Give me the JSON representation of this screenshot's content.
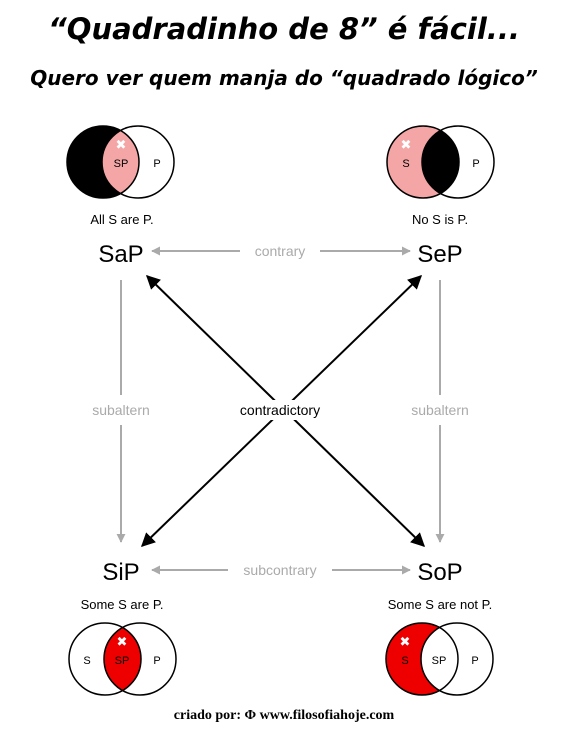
{
  "title": "“Quadradinho de 8” é fácil...",
  "subtitle": "Quero ver quem manja do “quadrado lógico”",
  "corners": {
    "sap": {
      "name": "SaP",
      "caption": "All S are P."
    },
    "sep": {
      "name": "SeP",
      "caption": "No S is P."
    },
    "sip": {
      "name": "SiP",
      "caption": "Some S are P."
    },
    "sop": {
      "name": "SoP",
      "caption": "Some S are not P."
    }
  },
  "relations": {
    "contrary": "contrary",
    "subcontrary": "subcontrary",
    "subaltern_left": "subaltern",
    "subaltern_right": "subaltern",
    "contradictory": "contradictory"
  },
  "venn": {
    "sap": {
      "left": "",
      "mid": "SP",
      "right": "P"
    },
    "sep": {
      "left": "S",
      "mid": "",
      "right": "P"
    },
    "sip": {
      "left": "S",
      "mid": "SP",
      "right": "P"
    },
    "sop": {
      "left": "S",
      "mid": "SP",
      "right": "P"
    }
  },
  "colors": {
    "empty_region": "#000000",
    "universal_highlight": "#f4a6a6",
    "particular_highlight": "#ee0000",
    "relation_arrow": "#aaaaaa",
    "contradictory_arrow": "#000000"
  },
  "credit": "criado por: Φ www.filosofiahoje.com"
}
